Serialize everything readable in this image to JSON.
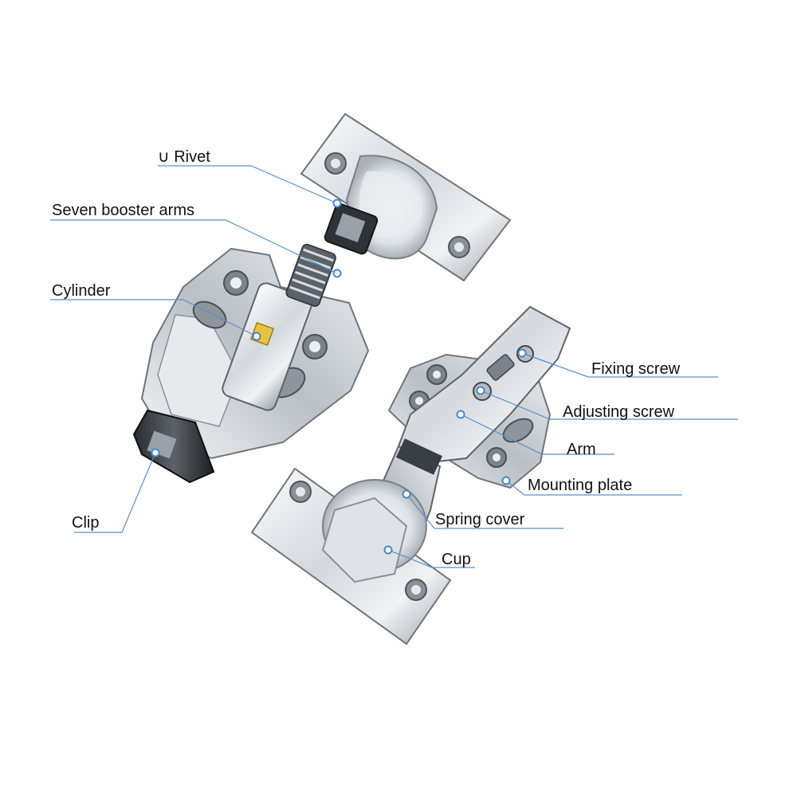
{
  "colors": {
    "background": "#ffffff",
    "text": "#111111",
    "leader_line": "#5a8fc8",
    "marker_fill": "#ffffff",
    "marker_stroke": "#4a86c8",
    "metal_light": "#f4f6f8",
    "metal_mid": "#c4c9cf",
    "metal_dark": "#6e757d",
    "metal_black": "#1c1e21",
    "cylinder_accent": "#e8c23a"
  },
  "labels": {
    "u_rivet": "∪ Rivet",
    "seven_booster_arms": "Seven booster arms",
    "cylinder": "Cylinder",
    "clip": "Clip",
    "fixing_screw": "Fixing screw",
    "adjusting_screw": "Adjusting screw",
    "arm": "Arm",
    "mounting_plate": "Mounting plate",
    "spring_cover": "Spring cover",
    "cup": "Cup"
  }
}
